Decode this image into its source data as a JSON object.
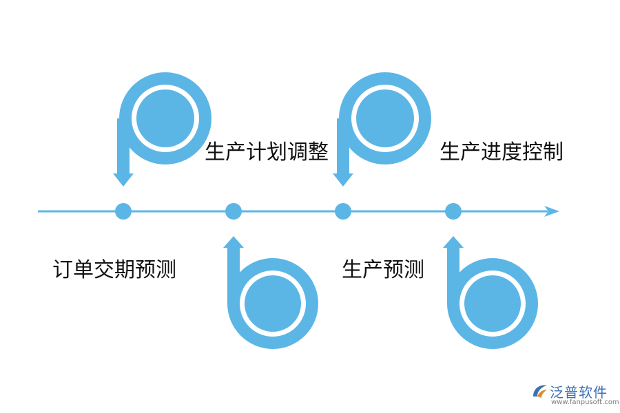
{
  "colors": {
    "accent": "#5cb6e5",
    "text": "#111111",
    "brand": "#3b6fb6"
  },
  "steps": [
    {
      "label": "订单交期预测"
    },
    {
      "label": "生产计划调整"
    },
    {
      "label": "生产预测"
    },
    {
      "label": "生产进度控制"
    }
  ],
  "watermark": {
    "name": "泛普软件",
    "url": "www.fanpusoft.com"
  }
}
